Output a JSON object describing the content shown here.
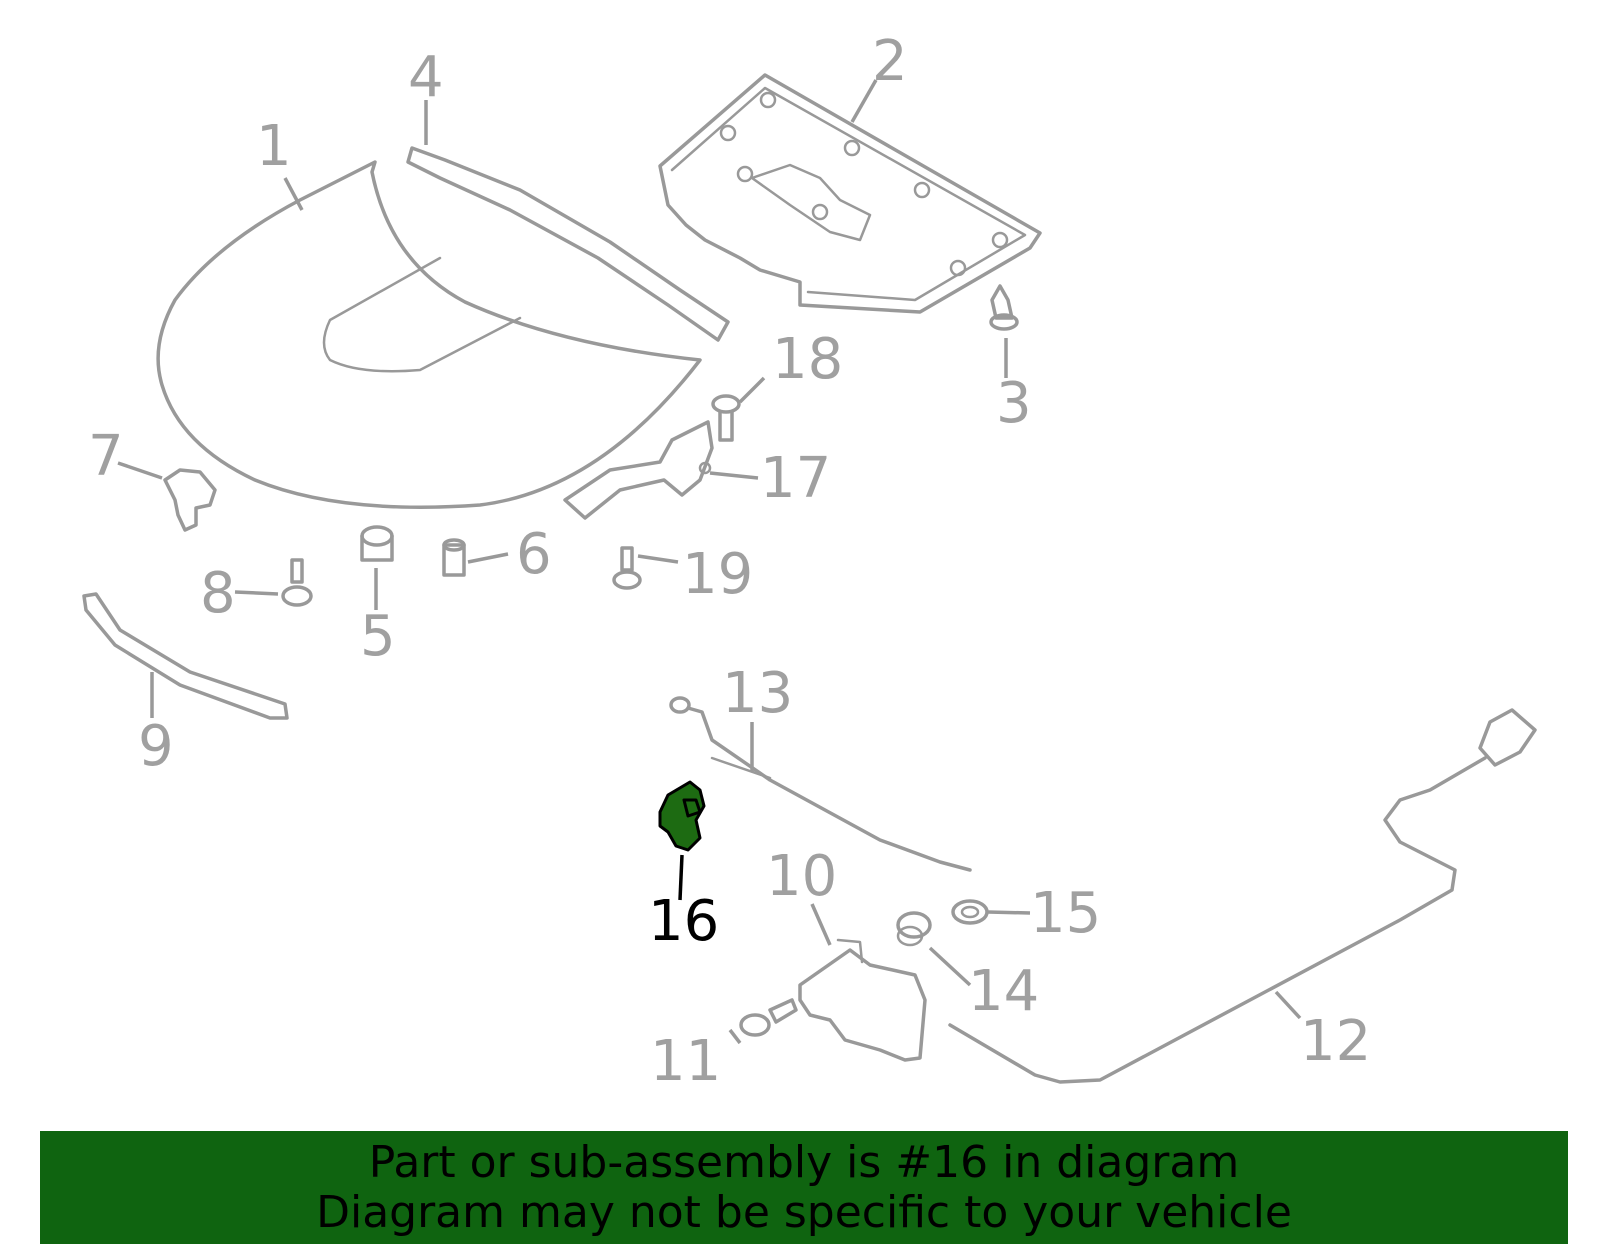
{
  "diagram": {
    "highlight_color": "#1d6b12",
    "line_color": "#999999",
    "callouts": [
      {
        "id": "1",
        "label": "1"
      },
      {
        "id": "2",
        "label": "2"
      },
      {
        "id": "3",
        "label": "3"
      },
      {
        "id": "4",
        "label": "4"
      },
      {
        "id": "5",
        "label": "5"
      },
      {
        "id": "6",
        "label": "6"
      },
      {
        "id": "7",
        "label": "7"
      },
      {
        "id": "8",
        "label": "8"
      },
      {
        "id": "9",
        "label": "9"
      },
      {
        "id": "10",
        "label": "10"
      },
      {
        "id": "11",
        "label": "11"
      },
      {
        "id": "12",
        "label": "12"
      },
      {
        "id": "13",
        "label": "13"
      },
      {
        "id": "14",
        "label": "14"
      },
      {
        "id": "15",
        "label": "15"
      },
      {
        "id": "16",
        "label": "16",
        "highlighted": true
      },
      {
        "id": "17",
        "label": "17"
      },
      {
        "id": "18",
        "label": "18"
      },
      {
        "id": "19",
        "label": "19"
      }
    ]
  },
  "banner": {
    "background": "#0f6410",
    "line1": "Part or sub-assembly is #16 in diagram",
    "line2": "Diagram may not be specific to your vehicle"
  }
}
